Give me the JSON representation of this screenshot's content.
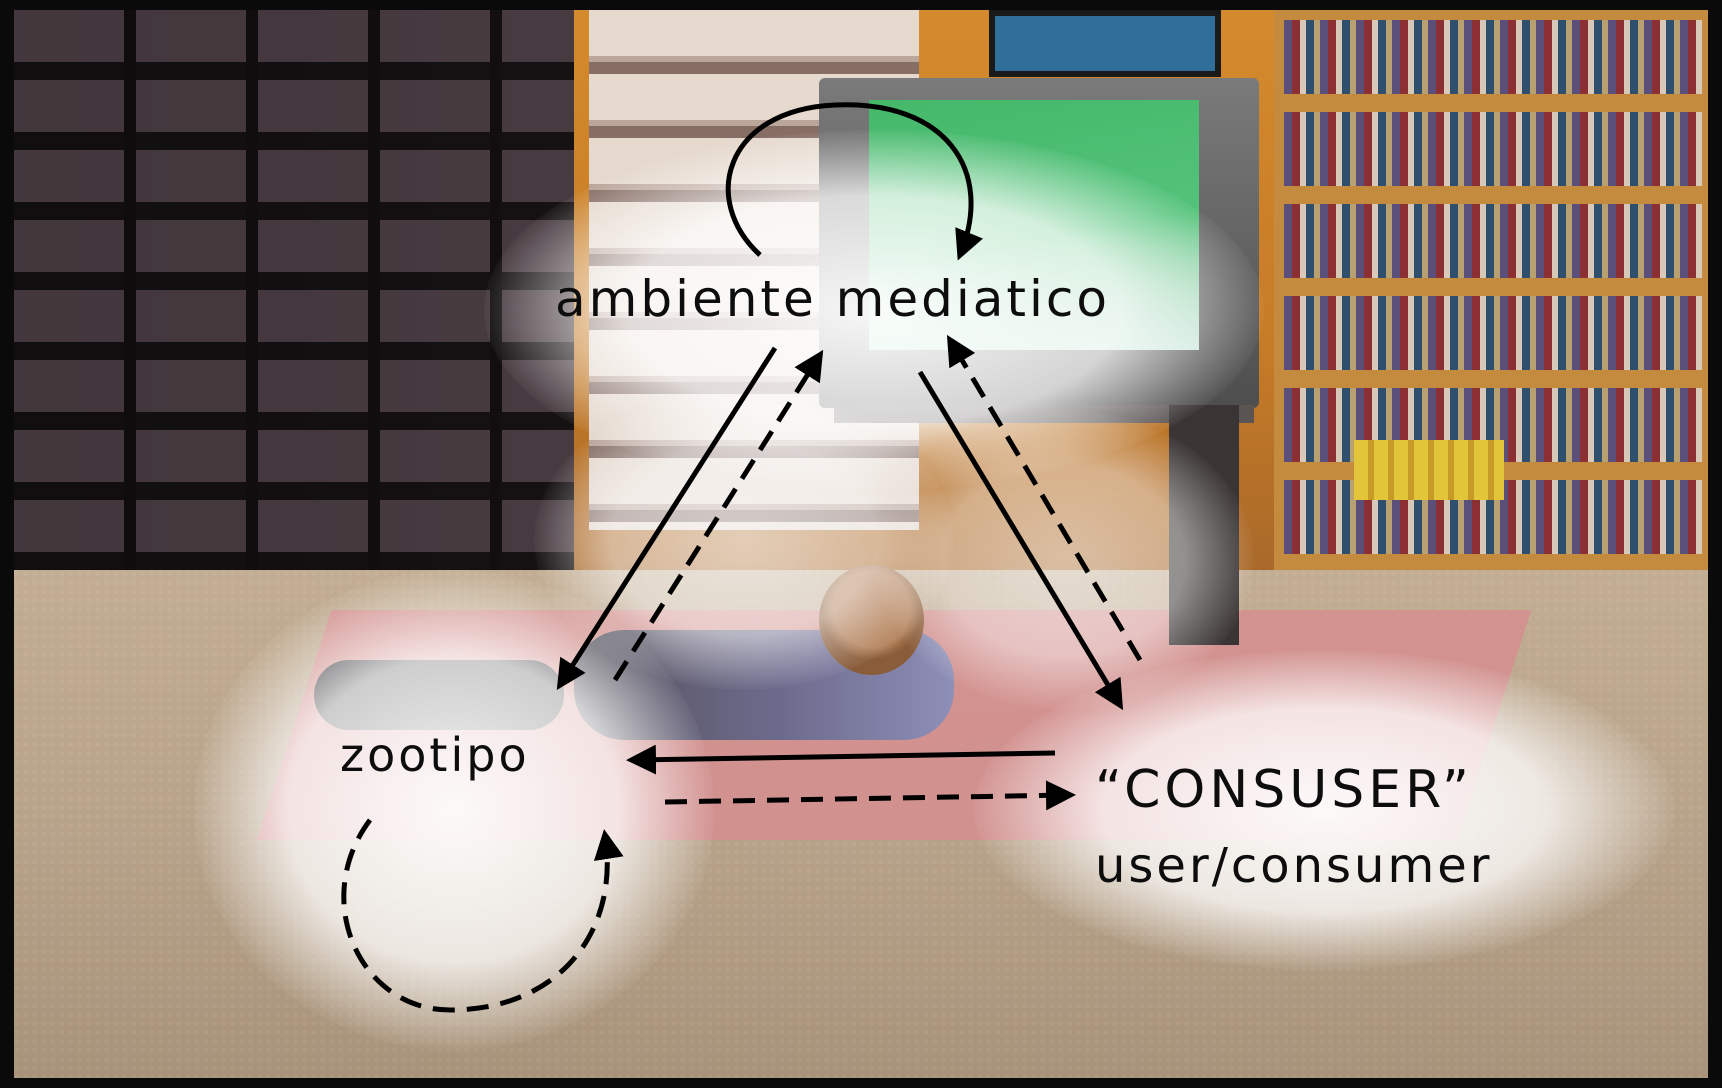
{
  "diagram": {
    "nodes": {
      "top": "ambiente mediatico",
      "left": "zootipo",
      "right_line1": "“CONSUSER”",
      "right_line2": "user/consumer"
    },
    "edges": [
      {
        "from": "ambiente mediatico",
        "to": "zootipo",
        "style": "solid"
      },
      {
        "from": "zootipo",
        "to": "ambiente mediatico",
        "style": "dashed"
      },
      {
        "from": "ambiente mediatico",
        "to": "CONSUSER",
        "style": "solid"
      },
      {
        "from": "CONSUSER",
        "to": "ambiente mediatico",
        "style": "dashed"
      },
      {
        "from": "CONSUSER",
        "to": "zootipo",
        "style": "solid"
      },
      {
        "from": "zootipo",
        "to": "CONSUSER",
        "style": "dashed"
      },
      {
        "from": "ambiente mediatico",
        "to": "ambiente mediatico",
        "style": "solid"
      },
      {
        "from": "zootipo",
        "to": "zootipo",
        "style": "dashed"
      }
    ]
  },
  "colors": {
    "arrow": "#000000",
    "label": "#0d0d0d"
  }
}
